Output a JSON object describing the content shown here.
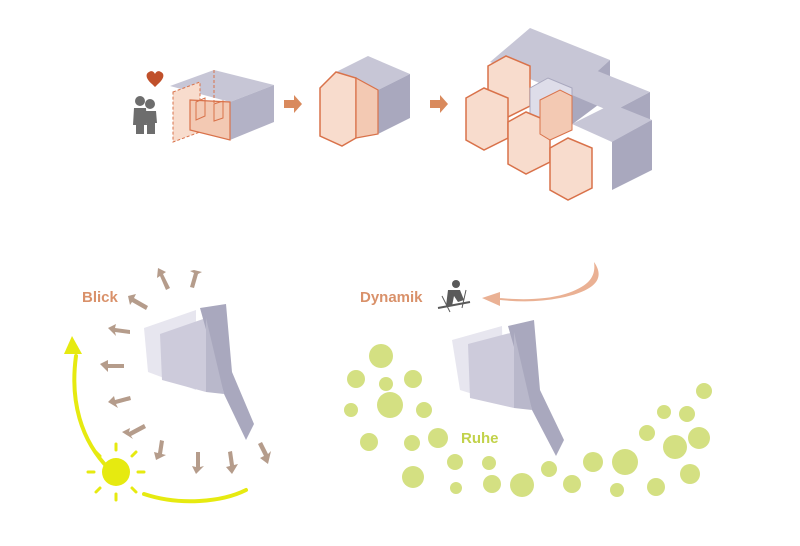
{
  "labels": {
    "blick": "Blick",
    "dynamik": "Dynamik",
    "ruhe": "Ruhe"
  },
  "colors": {
    "background": "#ffffff",
    "house_top": "#c7c6d6",
    "house_side": "#a9a8be",
    "house_front": "#dedde9",
    "interior": "#f8dccd",
    "outline": "#d9724a",
    "arrow_orange": "#d98a5d",
    "label_orange": "#d9916a",
    "arrow_brown": "#b59c8b",
    "sun_yellow": "#e6ea10",
    "circle_green": "#d4e082",
    "label_green": "#c2d24a",
    "heart": "#c0502b",
    "figure_gray": "#6d6d6d"
  },
  "icons": [
    "heart-icon",
    "couple-icon",
    "skier-icon",
    "sun-icon"
  ]
}
